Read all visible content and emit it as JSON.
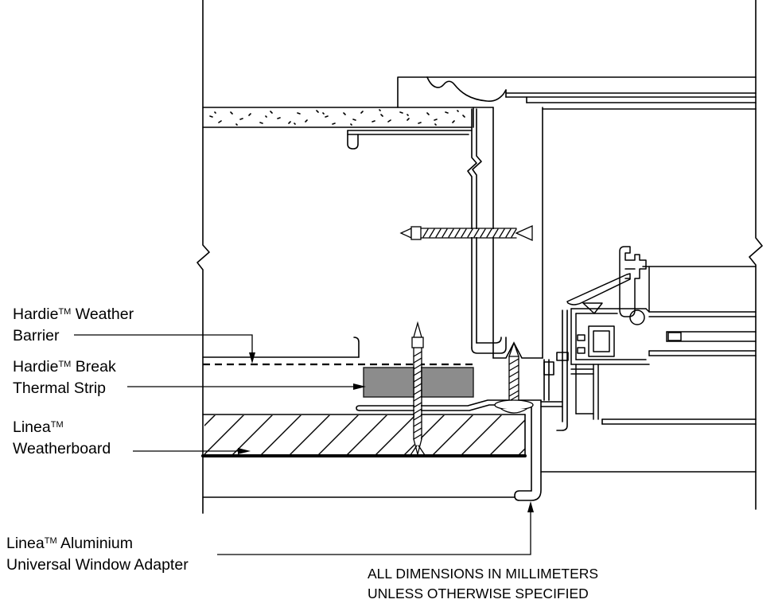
{
  "labels": {
    "weather_barrier": {
      "brand": "Hardie",
      "tm": "TM",
      "rest": " Weather",
      "line2": "Barrier"
    },
    "break_strip": {
      "brand": "Hardie",
      "tm": "TM",
      "rest": " Break",
      "line2": "Thermal Strip"
    },
    "weatherboard": {
      "brand": "Linea",
      "tm": "TM",
      "rest": "",
      "line2": "Weatherboard"
    },
    "adapter": {
      "brand": "Linea",
      "tm": "TM",
      "rest": " Aluminium",
      "line2": "Universal Window Adapter"
    }
  },
  "note": {
    "line1": "ALL DIMENSIONS IN MILLIMETERS",
    "line2": "UNLESS OTHERWISE SPECIFIED"
  },
  "colors": {
    "line": "#000000",
    "background": "#ffffff",
    "thermal_strip_fill": "#8c8c8c"
  }
}
